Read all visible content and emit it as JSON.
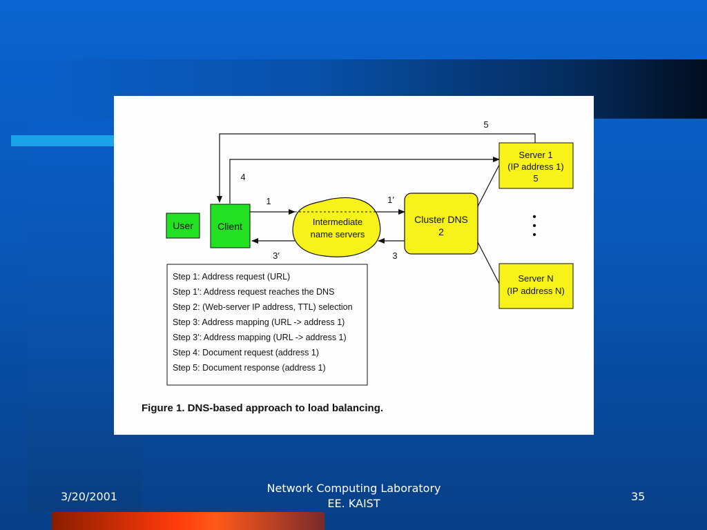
{
  "colors": {
    "box_green": "#22e022",
    "box_yellow": "#f6f21a",
    "slide_blue": "#0a5cc4",
    "cyan_accent": "#1aa3e6",
    "orange_accent": "#ff3a0a"
  },
  "diagram": {
    "nodes": {
      "user": "User",
      "client": "Client",
      "intermediate_line1": "Intermediate",
      "intermediate_line2": "name servers",
      "cluster_line1": "Cluster DNS",
      "cluster_line2": "2",
      "server1_line1": "Server 1",
      "server1_line2": "(IP address 1)",
      "server1_line3": "5",
      "serverN_line1": "Server N",
      "serverN_line2": "(IP address N)"
    },
    "arrow_labels": {
      "a1": "1",
      "a1p": "1′",
      "a3": "3",
      "a3p": "3′",
      "a4": "4",
      "a5": "5"
    },
    "ellipsis": "•\n•\n•",
    "steps": [
      "Step 1: Address request (URL)",
      "Step 1′: Address request reaches the DNS",
      "Step 2: (Web-server IP address, TTL) selection",
      "Step 3: Address mapping (URL -> address 1)",
      "Step 3′: Address mapping (URL -> address 1)",
      "Step 4: Document request (address 1)",
      "Step 5: Document response (address 1)"
    ],
    "caption": "Figure 1. DNS-based approach to load balancing."
  },
  "footer": {
    "date": "3/20/2001",
    "center_line1": "Network Computing Laboratory",
    "center_line2": "EE. KAIST",
    "page": "35"
  }
}
